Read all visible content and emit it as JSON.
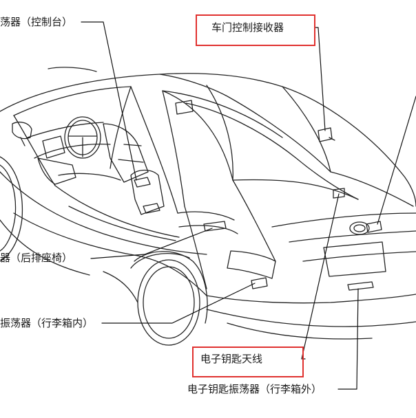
{
  "labels": {
    "l1": "荡器（控制台）",
    "l2": "车门控制接收器",
    "l3": "器（后排座椅）",
    "l4": "振荡器（行李箱内）",
    "l5": "电子钥匙天线",
    "l6": "电子钥匙振荡器（行李箱外）"
  },
  "colors": {
    "line": "#1a1a1a",
    "highlight": "#e0302e"
  }
}
